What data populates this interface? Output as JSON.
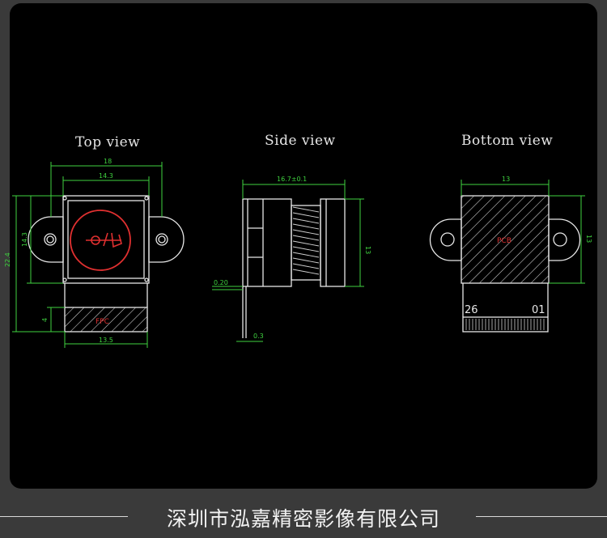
{
  "views": {
    "top": {
      "title": "Top view"
    },
    "side": {
      "title": "Side view"
    },
    "bottom": {
      "title": "Bottom view"
    }
  },
  "dimensions": {
    "top": {
      "width_outer": "18",
      "width_inner": "14.3",
      "height_left": "22.4",
      "height_inner": "14.3",
      "flex_height": "4",
      "flex_width": "13.5"
    },
    "side": {
      "length": "16.7±0.1",
      "height": "13",
      "offset": "0.20",
      "thickness": "0.3"
    },
    "bottom": {
      "width": "13",
      "height": "13"
    }
  },
  "labels": {
    "top_flex": "FPC",
    "bottom_center": "PCB",
    "pin_start": "26",
    "pin_end": "01"
  },
  "colors": {
    "background": "#000000",
    "outline": "#e8e8e8",
    "dimension": "#3fd23f",
    "accent": "#e03030"
  },
  "footer": {
    "company": "深圳市泓嘉精密影像有限公司"
  }
}
